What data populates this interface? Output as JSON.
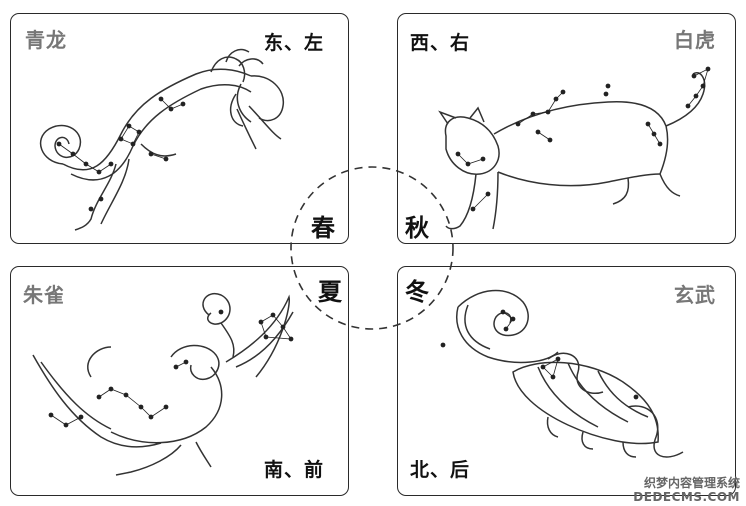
{
  "panels": {
    "top_left": {
      "guardian": "青龙",
      "direction": "东、左"
    },
    "top_right": {
      "guardian": "白虎",
      "direction": "西、右"
    },
    "bottom_left": {
      "guardian": "朱雀",
      "direction": "南、前"
    },
    "bottom_right": {
      "guardian": "玄武",
      "direction": "北、后"
    }
  },
  "seasons": {
    "spring": "春",
    "autumn": "秋",
    "summer": "夏",
    "winter": "冬"
  },
  "watermark": {
    "line1": "织梦内容管理系统",
    "line2": "DEDECMS.COM"
  }
}
